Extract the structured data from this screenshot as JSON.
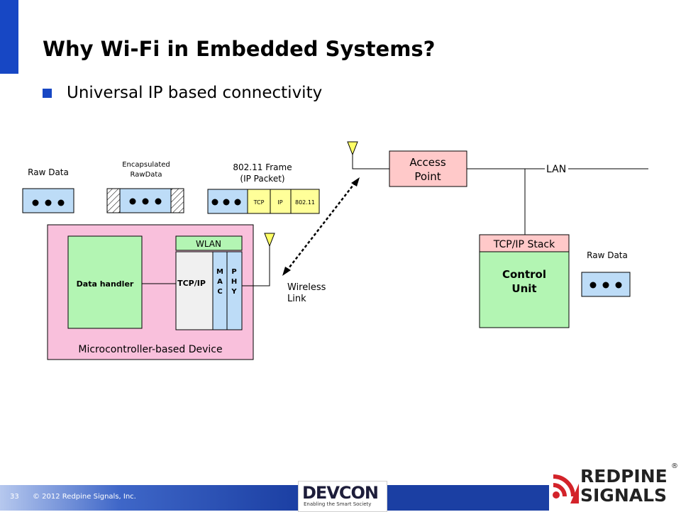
{
  "slide": {
    "title": "Why Wi-Fi in Embedded Systems?",
    "bullet": "Universal IP based connectivity"
  },
  "diagram": {
    "raw_data_left": "Raw Data",
    "encapsulated_line1": "Encapsulated",
    "encapsulated_line2": "RawData",
    "frame_line1": "802.11 Frame",
    "frame_line2": "(IP Packet)",
    "frame_tcp": "TCP",
    "frame_ip": "IP",
    "frame_80211": "802.11",
    "wlan": "WLAN",
    "data_handler": "Data handler",
    "tcpip": "TCP/IP",
    "mac": [
      "M",
      "A",
      "C"
    ],
    "phy": [
      "P",
      "H",
      "Y"
    ],
    "device_label": "Microcontroller-based Device",
    "wireless_line1": "Wireless",
    "wireless_line2": "Link",
    "ap_line1": "Access",
    "ap_line2": "Point",
    "lan": "LAN",
    "tcpip_stack": "TCP/IP Stack",
    "control_line1": "Control",
    "control_line2": "Unit",
    "raw_data_right": "Raw Data",
    "colors": {
      "device_bg": "#f9c0dc",
      "green": "#b3f5b3",
      "blue_box": "#bddcf7",
      "ap_fill": "#ffc9c9",
      "accent": "#1747c4"
    }
  },
  "footer": {
    "slide_number": "33",
    "copyright": "© 2012 Redpine Signals, Inc.",
    "devcon_logo": "DEVCON",
    "devcon_tagline": "Enabling the Smart Society",
    "redpine_line1": "REDPINE",
    "redpine_line2": "SIGNALS",
    "redpine_reg": "®"
  }
}
